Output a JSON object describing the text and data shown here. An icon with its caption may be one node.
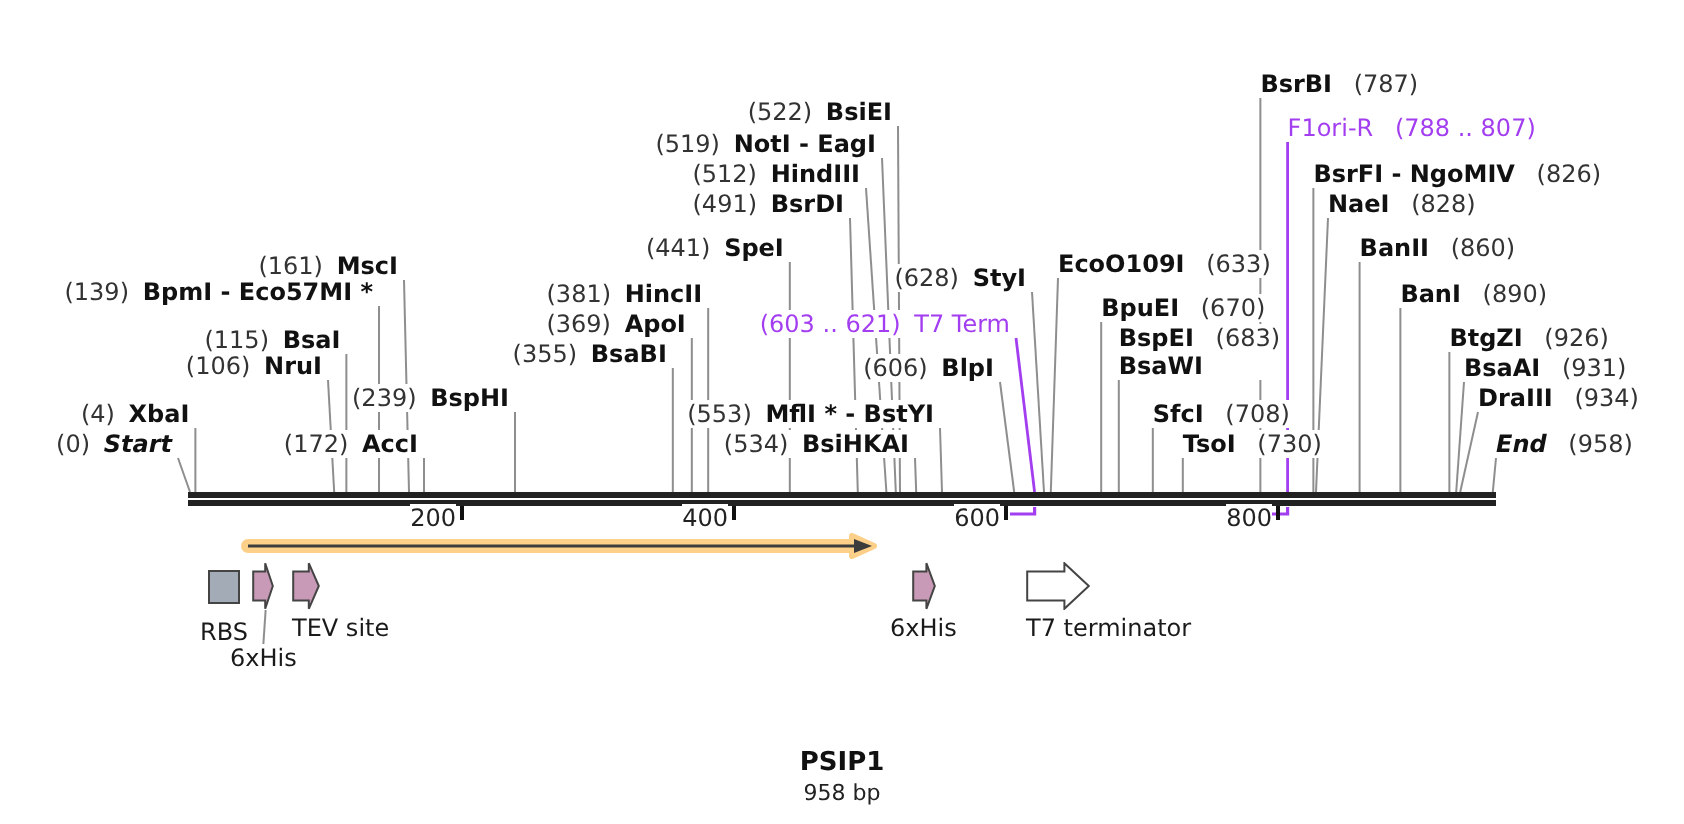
{
  "diagram": {
    "title": "PSIP1",
    "caption": "958 bp",
    "nodes": [
      {
        "text": [],
        "shape": "bar"
      },
      {
        "text": [
          "(0)",
          "Start"
        ]
      },
      {
        "text": [
          "(4)",
          "XbaI"
        ]
      },
      {
        "text": [
          "(106)",
          "NruI"
        ]
      },
      {
        "text": [
          "(115)",
          "BsaI"
        ]
      },
      {
        "text": [
          "(139)",
          "BpmI - Eco57MI *"
        ]
      },
      {
        "text": [
          "(161)",
          "MscI"
        ]
      },
      {
        "text": [
          "(172)",
          "AccI"
        ]
      },
      {
        "text": [
          "(239)",
          "BspHI"
        ]
      },
      {
        "text": [
          "(355)",
          "BsaBI"
        ]
      },
      {
        "text": [
          "(369)",
          "ApoI"
        ]
      },
      {
        "text": [
          "(381)",
          "HincII"
        ]
      },
      {
        "text": [
          "(441)",
          "SpeI"
        ]
      },
      {
        "text": [
          "(491)",
          "BsrDI"
        ]
      },
      {
        "text": [
          "(512)",
          "HindIII"
        ]
      },
      {
        "text": [
          "(519)",
          "NotI - EagI"
        ]
      },
      {
        "text": [
          "(522)",
          "BsiEI"
        ]
      },
      {
        "text": [
          "(534)",
          "BsiHKAI"
        ]
      },
      {
        "text": [
          "(553)",
          "MflI * - BstYI"
        ]
      },
      {
        "text": [
          "(603 .. 621)",
          "T7 Term"
        ]
      },
      {
        "text": [
          "(606)",
          "BlpI"
        ]
      },
      {
        "text": [
          "(628)",
          "StyI"
        ]
      },
      {
        "text": [
          "EcoO109I",
          "(633)"
        ]
      },
      {
        "text": [
          "BpuEI",
          "(670)"
        ]
      },
      {
        "text": [
          "BspEI",
          "(683)",
          "BsaWI"
        ]
      },
      {
        "text": [
          "SfcI",
          "(708)"
        ]
      },
      {
        "text": [
          "TsoI",
          "(730)"
        ]
      },
      {
        "text": [
          "BsrBI",
          "(787)"
        ]
      },
      {
        "text": [
          "F1ori-R",
          "(788 .. 807)"
        ]
      },
      {
        "text": [
          "BsrFI - NgoMIV",
          "(826)"
        ]
      },
      {
        "text": [
          "NaeI",
          "(828)"
        ]
      },
      {
        "text": [
          "BanII",
          "(860)"
        ]
      },
      {
        "text": [
          "BanI",
          "(890)"
        ]
      },
      {
        "text": [
          "BtgZI",
          "(926)"
        ]
      },
      {
        "text": [
          "BsaAI",
          "(931)"
        ]
      },
      {
        "text": [
          "DraIII",
          "(934)"
        ]
      },
      {
        "text": [
          "End",
          "(958)"
        ]
      },
      {
        "text": [],
        "shape": "arrow"
      },
      {
        "text": [
          "RBS"
        ]
      },
      {
        "text": [],
        "shape": "arrow"
      },
      {
        "text": [
          "TEV site"
        ]
      },
      {
        "text": [
          "6xHis"
        ]
      },
      {
        "text": [
          "T7 terminator"
        ]
      },
      {
        "text": [
          "6xHis"
        ]
      }
    ],
    "edges": [
      {
        "from": 1,
        "to": 0,
        "arrow": "none"
      },
      {
        "from": 2,
        "to": 0,
        "arrow": "none"
      },
      {
        "from": 3,
        "to": 0,
        "arrow": "none"
      },
      {
        "from": 4,
        "to": 0,
        "arrow": "none"
      },
      {
        "from": 5,
        "to": 0,
        "arrow": "none"
      },
      {
        "from": 6,
        "to": 0,
        "arrow": "none"
      },
      {
        "from": 7,
        "to": 0,
        "arrow": "none"
      },
      {
        "from": 8,
        "to": 0,
        "arrow": "none"
      },
      {
        "from": 9,
        "to": 0,
        "arrow": "none"
      },
      {
        "from": 10,
        "to": 0,
        "arrow": "none"
      },
      {
        "from": 11,
        "to": 0,
        "arrow": "none"
      },
      {
        "from": 12,
        "to": 0,
        "arrow": "none"
      },
      {
        "from": 13,
        "to": 0,
        "arrow": "none"
      },
      {
        "from": 14,
        "to": 0,
        "arrow": "none"
      },
      {
        "from": 15,
        "to": 0,
        "arrow": "none"
      },
      {
        "from": 16,
        "to": 0,
        "arrow": "none"
      },
      {
        "from": 17,
        "to": 0,
        "arrow": "none"
      },
      {
        "from": 18,
        "to": 0,
        "arrow": "none"
      },
      {
        "from": 19,
        "to": 0,
        "arrow": "none",
        "color": "#a33ef0"
      },
      {
        "from": 20,
        "to": 0,
        "arrow": "none"
      },
      {
        "from": 21,
        "to": 0,
        "arrow": "none"
      },
      {
        "from": 22,
        "to": 0,
        "arrow": "none"
      },
      {
        "from": 23,
        "to": 0,
        "arrow": "none"
      },
      {
        "from": 24,
        "to": 0,
        "arrow": "none"
      },
      {
        "from": 25,
        "to": 0,
        "arrow": "none"
      },
      {
        "from": 26,
        "to": 0,
        "arrow": "none"
      },
      {
        "from": 27,
        "to": 0,
        "arrow": "none"
      },
      {
        "from": 28,
        "to": 0,
        "arrow": "none",
        "color": "#a33ef0"
      },
      {
        "from": 29,
        "to": 0,
        "arrow": "none"
      },
      {
        "from": 30,
        "to": 0,
        "arrow": "none"
      },
      {
        "from": 31,
        "to": 0,
        "arrow": "none"
      },
      {
        "from": 32,
        "to": 0,
        "arrow": "none"
      },
      {
        "from": 33,
        "to": 0,
        "arrow": "none"
      },
      {
        "from": 34,
        "to": 0,
        "arrow": "none"
      },
      {
        "from": 35,
        "to": 0,
        "arrow": "none"
      },
      {
        "from": 36,
        "to": 0,
        "arrow": "none"
      },
      {
        "from": 43,
        "to": 39,
        "arrow": "none"
      }
    ],
    "labels": [
      "200",
      "400",
      "600",
      "800"
    ]
  }
}
